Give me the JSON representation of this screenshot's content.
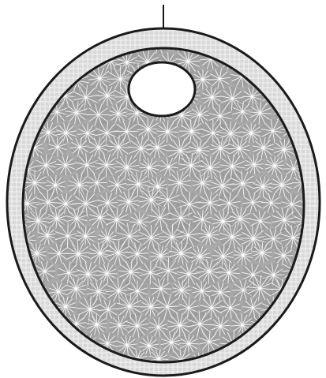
{
  "diagram": {
    "colors": {
      "background": "#ffffff",
      "outline": "#1a1a1a",
      "wall_fill": "#d9d9d9",
      "wall_hatch": "#ffffff",
      "interior_fill": "#a9a9a9",
      "texture_line": "#ffffff",
      "texture_cell": "#8e8e8e",
      "opening_fill": "#ffffff"
    },
    "icons": {
      "stalk": "stalk-line",
      "outer_shell": "outer-oval-shell",
      "inner_body": "textured-inner-body",
      "opening": "round-opening"
    }
  }
}
